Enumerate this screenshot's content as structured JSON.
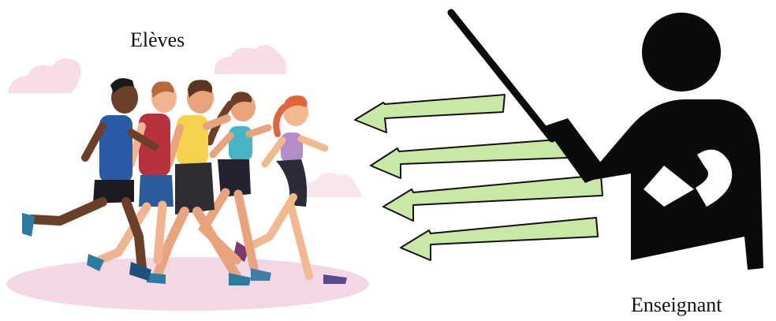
{
  "labels": {
    "students": "Elèves",
    "teacher": "Enseignant"
  },
  "arrows": {
    "count": 4,
    "direction": "left"
  },
  "colors": {
    "arrow_fill": "#c9e8a6",
    "teacher_silhouette": "#0a0a0a",
    "cloud": "#f6dde6",
    "ground": "#f3d7e5"
  },
  "icons": {
    "students": "runners-illustration",
    "teacher": "teacher-with-pointer-silhouette"
  }
}
